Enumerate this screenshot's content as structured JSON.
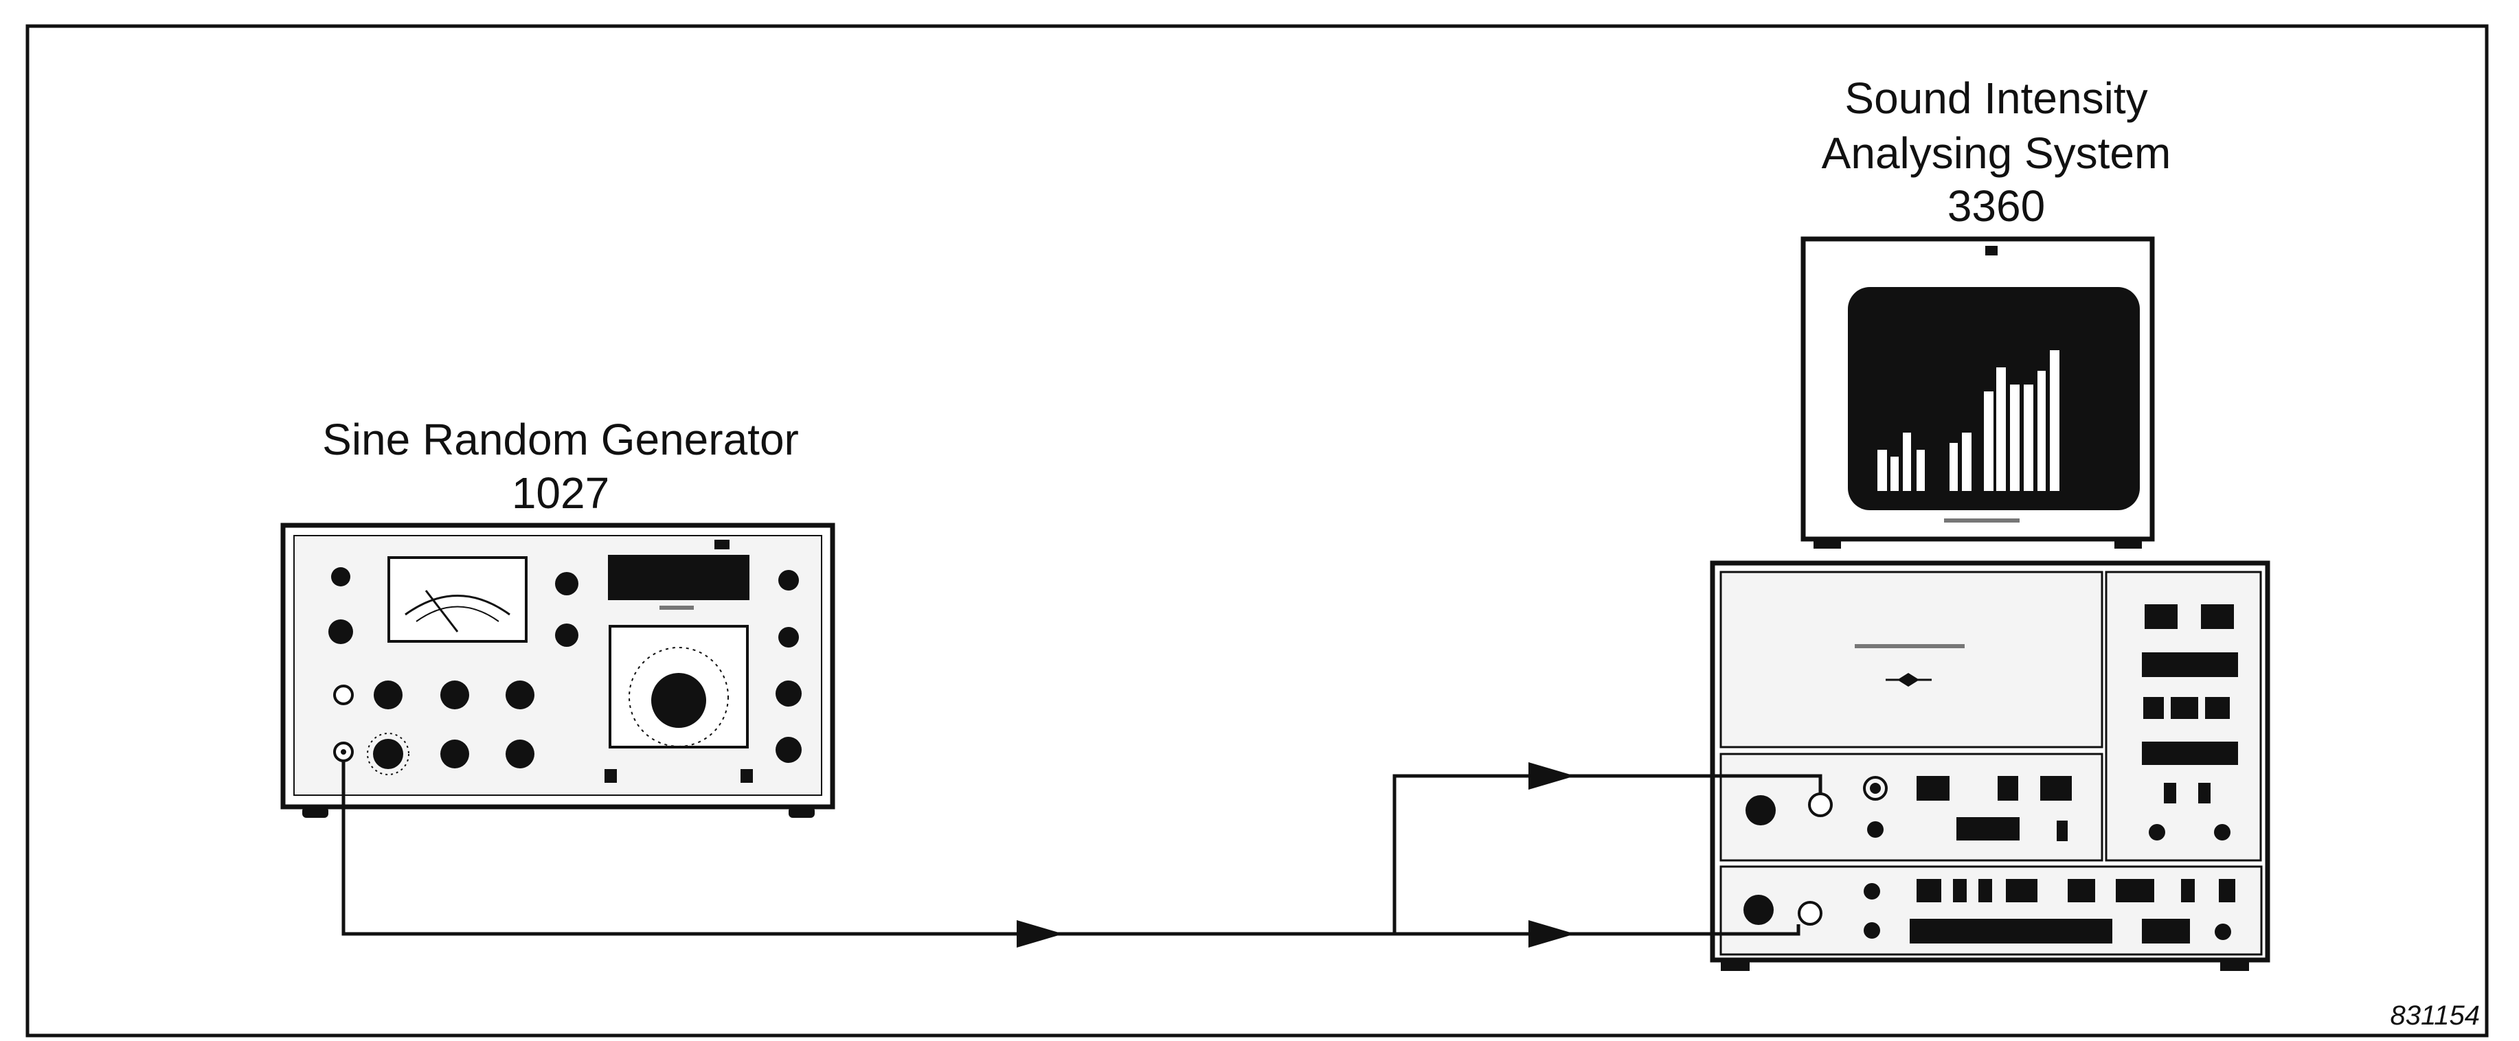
{
  "generator": {
    "name": "Sine Random Generator",
    "model": "1027"
  },
  "analyser": {
    "name_line1": "Sound Intensity",
    "name_line2": "Analysing System",
    "model": "3360"
  },
  "figure_number": "831154",
  "connections": [
    {
      "from": "generator-output",
      "to": "analyser-upper-input"
    },
    {
      "from": "generator-output",
      "to": "analyser-lower-input"
    }
  ],
  "colors": {
    "line": "#111111",
    "panel": "#f4f4f4",
    "screen": "#111111",
    "bars": "#ffffff"
  }
}
